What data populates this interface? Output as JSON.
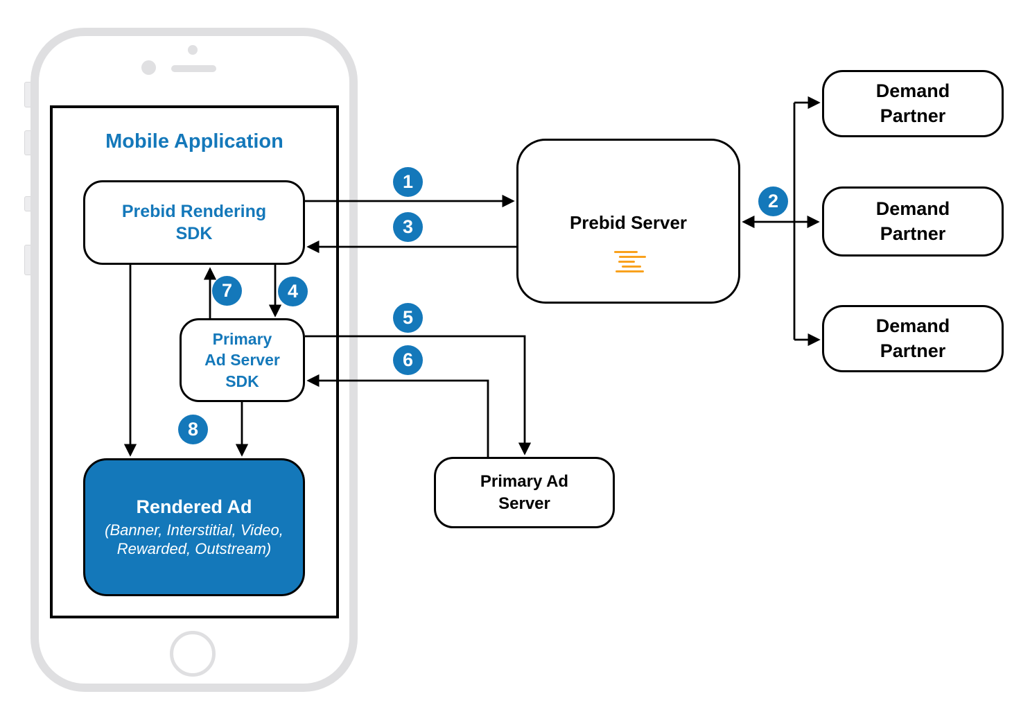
{
  "mobile_app": {
    "title": "Mobile Application"
  },
  "nodes": {
    "prebid_rendering_sdk": {
      "label": "Prebid Rendering\nSDK"
    },
    "primary_ad_server_sdk": {
      "label": "Primary\nAd Server\nSDK"
    },
    "rendered_ad": {
      "title": "Rendered Ad",
      "subtitle": "(Banner, Interstitial, Video,\nRewarded, Outstream)"
    },
    "prebid_server": {
      "label": "Prebid Server"
    },
    "demand_partner_1": {
      "label": "Demand\nPartner"
    },
    "demand_partner_2": {
      "label": "Demand\nPartner"
    },
    "demand_partner_3": {
      "label": "Demand\nPartner"
    },
    "primary_ad_server": {
      "label": "Primary Ad\nServer"
    }
  },
  "steps": {
    "s1": "1",
    "s2": "2",
    "s3": "3",
    "s4": "4",
    "s5": "5",
    "s6": "6",
    "s7": "7",
    "s8": "8"
  },
  "colors": {
    "accent_blue": "#1478ba",
    "prebid_orange": "#f9a11d",
    "line_black": "#000000",
    "phone_gray": "#dfdfe1"
  }
}
